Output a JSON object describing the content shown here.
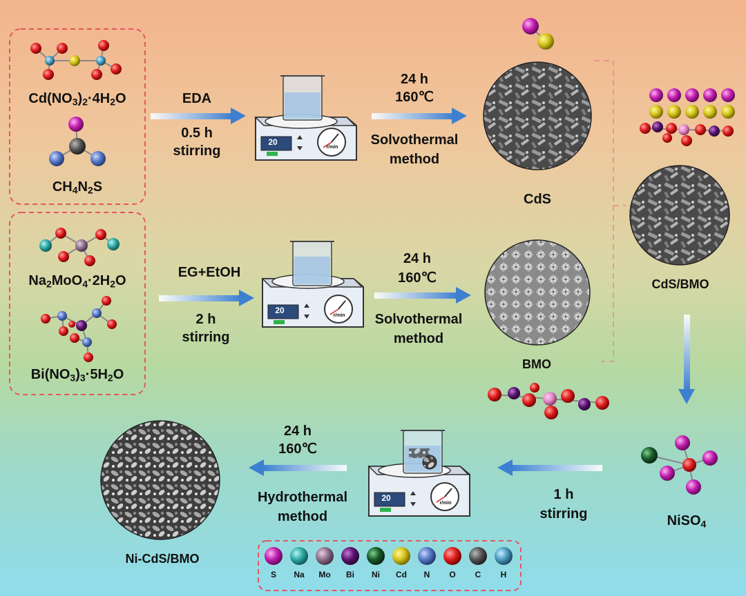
{
  "reagents_group1": {
    "reagent1": {
      "base": "Cd(NO",
      "sub1": "3",
      "mid": ")",
      "sub2": "2",
      "tail": "·4H",
      "sub3": "2",
      "end": "O"
    },
    "reagent2": {
      "base": "CH",
      "sub1": "4",
      "mid": "N",
      "sub2": "2",
      "tail": "S"
    }
  },
  "reagents_group2": {
    "reagent1": {
      "base": "Na",
      "sub1": "2",
      "mid": "MoO",
      "sub2": "4",
      "tail": "·2H",
      "sub3": "2",
      "end": "O"
    },
    "reagent2": {
      "base": "Bi(NO",
      "sub1": "3",
      "mid": ")",
      "sub2": "3",
      "tail": "·5H",
      "sub3": "2",
      "end": "O"
    }
  },
  "step1": {
    "arrow_top": "EDA",
    "arrow_bottom_1": "0.5 h",
    "arrow_bottom_2": "stirring",
    "time": "24 h",
    "temp": "160℃",
    "method_1": "Solvothermal",
    "method_2": "method",
    "product": "CdS"
  },
  "step2": {
    "arrow_top": "EG+EtOH",
    "arrow_bottom_1": "2 h",
    "arrow_bottom_2": "stirring",
    "time": "24 h",
    "temp": "160℃",
    "method_1": "Solvothermal",
    "method_2": "method",
    "product": "BMO"
  },
  "composite": {
    "label": "CdS/BMO"
  },
  "nickel": {
    "base": "NiSO",
    "sub": "4"
  },
  "step3": {
    "stir_1": "1 h",
    "stir_2": "stirring",
    "time": "24 h",
    "temp": "160℃",
    "method_1": "Hydrothermal",
    "method_2": "method",
    "product": "Ni-CdS/BMO"
  },
  "stirrer_display": "20",
  "stirrer_unit": "r/min",
  "legend": [
    {
      "symbol": "S",
      "color": "#c21fb0"
    },
    {
      "symbol": "Na",
      "color": "#2fa9a6"
    },
    {
      "symbol": "Mo",
      "color": "#8e6f8c"
    },
    {
      "symbol": "Bi",
      "color": "#5b1570"
    },
    {
      "symbol": "Ni",
      "color": "#1a5a2a"
    },
    {
      "symbol": "Cd",
      "color": "#d4c21a"
    },
    {
      "symbol": "N",
      "color": "#5577c4"
    },
    {
      "symbol": "O",
      "color": "#e01c1c"
    },
    {
      "symbol": "C",
      "color": "#555555"
    },
    {
      "symbol": "H",
      "color": "#4a9cc0"
    }
  ]
}
